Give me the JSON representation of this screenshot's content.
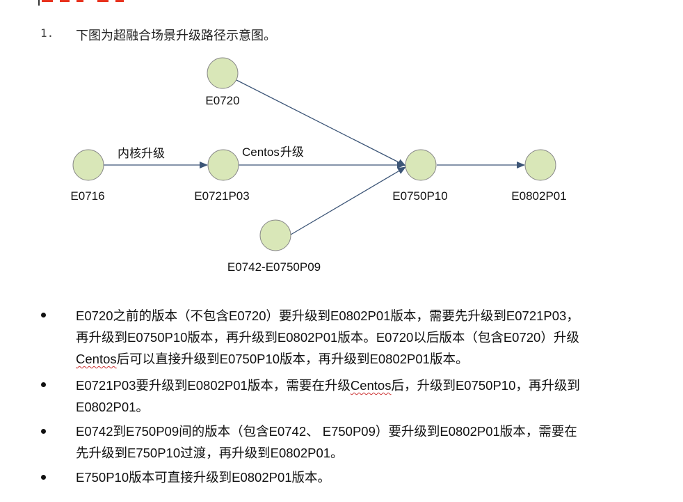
{
  "list_number": "1.",
  "intro_text": "下图为超融合场景升级路径示意图。",
  "diagram": {
    "nodes": [
      {
        "id": "e0720",
        "label": "E0720"
      },
      {
        "id": "e0716",
        "label": "E0716"
      },
      {
        "id": "e0721p03",
        "label": "E0721P03"
      },
      {
        "id": "e0750p10",
        "label": "E0750P10"
      },
      {
        "id": "e0802p01",
        "label": "E0802P01"
      },
      {
        "id": "e0742",
        "label": "E0742-E0750P09"
      }
    ],
    "edges": [
      {
        "from": "e0716",
        "to": "e0721p03",
        "label": "内核升级"
      },
      {
        "from": "e0721p03",
        "to": "e0750p10",
        "label_latin": "Centos",
        "label_cjk": "升级"
      },
      {
        "from": "e0720",
        "to": "e0750p10"
      },
      {
        "from": "e0742",
        "to": "e0750p10"
      },
      {
        "from": "e0750p10",
        "to": "e0802p01"
      }
    ]
  },
  "bullets": [
    {
      "lines": [
        [
          "E0720之前的版本（不包含E0720）要升级到E0802P01版本，需要先升级到E0721P03，"
        ],
        [
          "再升级到E0750P10版本，再升级到E0802P01版本。E0720以后版本（包含E0720）升级"
        ],
        [
          "Centos",
          "后可以直接升级到E0750P10版本，再升级到E0802P01版本。"
        ]
      ]
    },
    {
      "lines": [
        [
          "E0721P03要升级到E0802P01版本，需要在升级",
          "Centos",
          "后，升级到E0750P10，再升级到"
        ],
        [
          "E0802P01。"
        ]
      ]
    },
    {
      "lines": [
        [
          "E0742到E750P09间的版本（包含E0742、 E750P09）要升级到E0802P01版本，需要在"
        ],
        [
          "先升级到E750P10过渡，再升级到E0802P01。"
        ]
      ]
    },
    {
      "lines": [
        [
          "E750P10版本可直接升级到E0802P01版本。"
        ]
      ]
    }
  ],
  "colors": {
    "node_fill": "#d9e7b8",
    "edge": "#3c5577",
    "accent_red": "#e8321e",
    "spell_squiggle": "#cc3333"
  }
}
